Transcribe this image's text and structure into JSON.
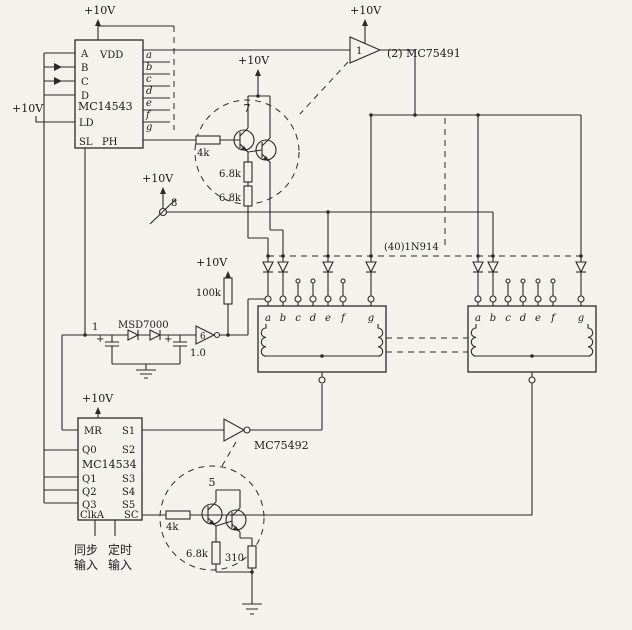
{
  "supplies": {
    "s1": "+10V",
    "s2": "+10V",
    "s3": "+10V",
    "s4": "+10V",
    "s5": "+10V",
    "s6": "+10V",
    "s7": "+10V"
  },
  "ic14543": {
    "part": "MC14543",
    "vdd": "VDD",
    "in": [
      "A",
      "B",
      "C",
      "D"
    ],
    "ld": "LD",
    "sl": "SL",
    "ph": "PH",
    "out": [
      "a",
      "b",
      "c",
      "d",
      "e",
      "f",
      "g"
    ]
  },
  "driver1": {
    "num": "1",
    "label": "(2) MC75491"
  },
  "amp7": {
    "num": "7",
    "r1": "4k",
    "r2": "6.8k",
    "r3": "6.8k"
  },
  "sw8": {
    "num": "8"
  },
  "diode_array": {
    "label": "(40)1N914"
  },
  "bias": {
    "r": "100k"
  },
  "reset": {
    "pin": "1",
    "part": "MSD7000",
    "buf": "6",
    "plus_a": "+",
    "plus_b": "+",
    "cap": "1.0"
  },
  "disp_left": {
    "pins": [
      "a",
      "b",
      "c",
      "d",
      "e",
      "f",
      "g"
    ]
  },
  "disp_right": {
    "pins": [
      "a",
      "b",
      "c",
      "d",
      "e",
      "f",
      "g"
    ]
  },
  "ic14534": {
    "part": "MC14534",
    "mr": "MR",
    "q": [
      "Q0",
      "Q1",
      "Q2",
      "Q3"
    ],
    "clka": "ClkA",
    "s": [
      "S1",
      "S2",
      "S3",
      "S4",
      "S5"
    ],
    "sc": "SC"
  },
  "driver2": {
    "label": "MC75492"
  },
  "amp5": {
    "num": "5",
    "r1": "4k",
    "r2": "6.8k",
    "r3": "310"
  },
  "inputs": {
    "sync_line1": "同步",
    "sync_line2": "输入",
    "time_line1": "定时",
    "time_line2": "输入"
  }
}
